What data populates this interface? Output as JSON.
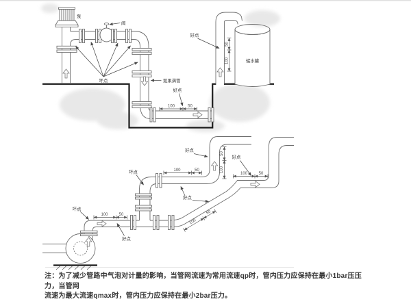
{
  "fig1": {
    "pump_label": "泵",
    "valve_label": "阀",
    "bad_points_label": "坏点",
    "if_full_label": "如果满管",
    "good_point_pit": "好点",
    "good_point_riser": "好点",
    "tank_label": "储水罐",
    "dim_pit_upstream": "100",
    "dim_pit_downstream": "50",
    "dim_riser_downstream": "50",
    "dim_riser_upstream": "100"
  },
  "fig2": {
    "bad_point_blower": "坏点",
    "good_point_run1": "好点",
    "bad_point_elbow": "坏点",
    "good_point_riser": "好点",
    "good_point_mid": "好点",
    "good_point_right": "好点",
    "dim_run1_upstream": "100",
    "dim_run1_downstream": "50",
    "dim_runA_upstream": "100",
    "dim_runA_downstream": "50",
    "dim_riser_downstream": "50",
    "dim_riser_upstream": "100",
    "dim_diag_upstream": "100",
    "dim_diag_downstream": "50",
    "dim_runB_upstream": "100",
    "dim_runB_downstream": "50"
  },
  "caption": {
    "line1": "注：为了减少管路中气泡对计量的影响，当管网流速为常用流速qp时，管内压力应保持在最小1bar压压力，当管网",
    "line2": "流速为最大流速qmax时，管内压力应保持在最小2bar压力。"
  },
  "colors": {
    "line": "#6e6e6e",
    "ground": "#1c1c1c",
    "text": "#3d3d3d",
    "shadow": "#e8e8e8"
  }
}
